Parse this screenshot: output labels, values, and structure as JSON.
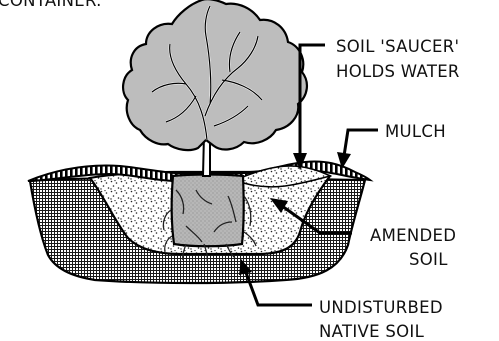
{
  "heading_fragment": "CONTAINER.",
  "labels": {
    "soil_saucer": {
      "line1": "SOIL 'SAUCER'",
      "line2": "HOLDS WATER"
    },
    "mulch": "MULCH",
    "amended_soil": {
      "line1": "AMENDED",
      "line2": "SOIL"
    },
    "native_soil": {
      "line1": "UNDISTURBED",
      "line2": "NATIVE SOIL"
    }
  },
  "icons": [
    "tree-canopy-icon",
    "root-ball-icon",
    "arrow-icon"
  ],
  "colors": {
    "line": "#000000",
    "canopy": "#bdbdbd",
    "background": "#ffffff"
  }
}
